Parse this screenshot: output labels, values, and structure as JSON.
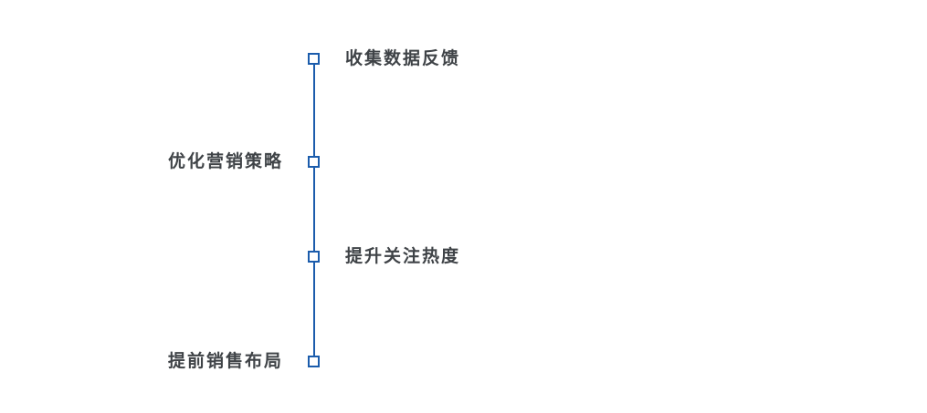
{
  "colors": {
    "background": "#ffffff",
    "line": "#1b5cac",
    "node_border": "#1b5cac",
    "node_fill": "#ffffff",
    "label": "#3f4347"
  },
  "timeline": {
    "items": [
      {
        "label": "收集数据反馈",
        "side": "right"
      },
      {
        "label": "优化营销策略",
        "side": "left"
      },
      {
        "label": "提升关注热度",
        "side": "right"
      },
      {
        "label": "提前销售布局",
        "side": "left"
      }
    ]
  }
}
